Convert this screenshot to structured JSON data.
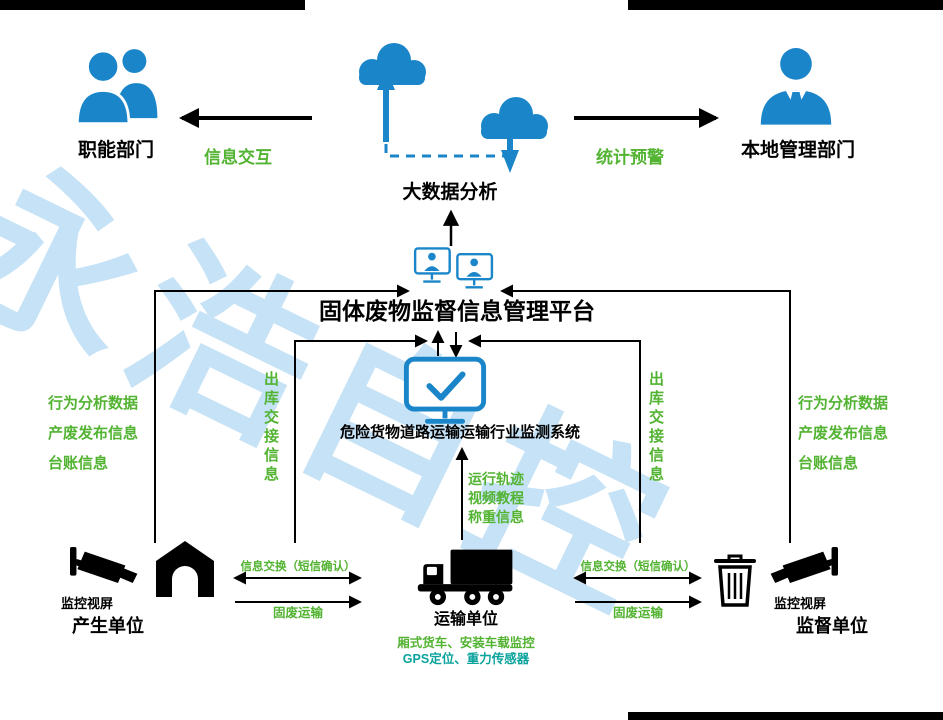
{
  "watermark": {
    "text": "永浩自控"
  },
  "colors": {
    "blue": "#1a86c9",
    "green": "#53b332",
    "teal": "#0aa39c",
    "black": "#000000",
    "watermark_blue": "#96cbee"
  },
  "top": {
    "functional_dept": "职能部门",
    "info_exchange": "信息交互",
    "big_data": "大数据分析",
    "stat_warning": "统计预警",
    "local_mgmt": "本地管理部门"
  },
  "middle": {
    "platform": "固体废物监督信息管理平台",
    "system": "危险货物道路运输运输行业监测系统",
    "left_labels": [
      "行为分析数据",
      "产废发布信息",
      "台账信息"
    ],
    "right_labels": [
      "行为分析数据",
      "产废发布信息",
      "台账信息"
    ],
    "left_vertical": "出库交接信息",
    "right_vertical": "出库交接信息",
    "center_labels": [
      "运行轨迹",
      "视频教程",
      "称重信息"
    ]
  },
  "bottom": {
    "producer_monitor": "监控视屏",
    "producer_name": "产生单位",
    "transport_name": "运输单位",
    "transport_note1": "厢式货车、安装车载监控",
    "transport_note2": "GPS定位、重力传感器",
    "supervisor_monitor": "监控视屏",
    "supervisor_name": "监督单位",
    "left_exchange": "信息交换（短信确认）",
    "left_haul": "固废运输",
    "right_exchange": "信息交换（短信确认）",
    "right_haul": "固废运输"
  }
}
